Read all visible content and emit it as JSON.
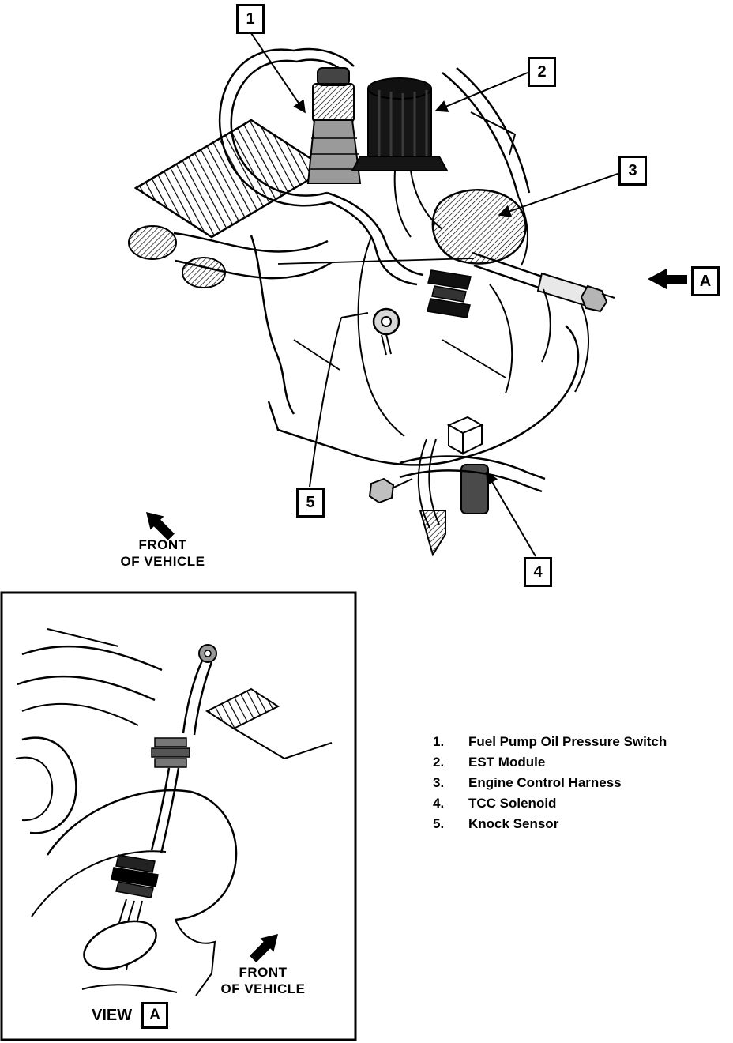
{
  "colors": {
    "ink": "#000000",
    "paper": "#ffffff"
  },
  "callouts": {
    "c1": "1",
    "c2": "2",
    "c3": "3",
    "c4": "4",
    "c5": "5"
  },
  "labels": {
    "front_line1": "FRONT",
    "front_line2": "OF VEHICLE",
    "view_label": "VIEW",
    "view_ref": "A",
    "direction_ref": "A"
  },
  "legend": {
    "items": [
      {
        "number": "1.",
        "label": "Fuel Pump Oil Pressure Switch"
      },
      {
        "number": "2.",
        "label": "EST Module"
      },
      {
        "number": "3.",
        "label": "Engine Control Harness"
      },
      {
        "number": "4.",
        "label": "TCC Solenoid"
      },
      {
        "number": "5.",
        "label": "Knock Sensor"
      }
    ]
  }
}
